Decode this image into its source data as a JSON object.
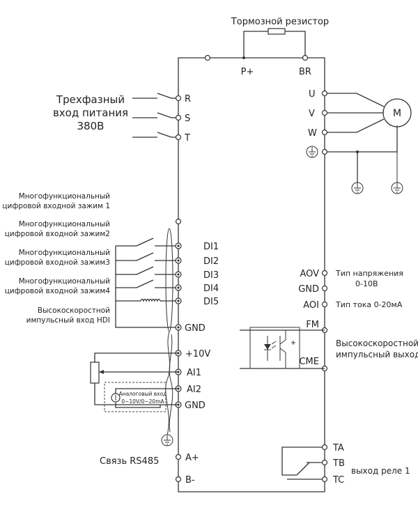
{
  "brake": {
    "title": "Тормозной резистор",
    "p_plus": "P+",
    "br": "BR"
  },
  "power": {
    "line1": "Трехфазный",
    "line2": "вход питания",
    "line3": "380В",
    "r": "R",
    "s": "S",
    "t": "T"
  },
  "motor": {
    "u": "U",
    "v": "V",
    "w": "W",
    "m": "M"
  },
  "inputs": {
    "di1_desc": [
      "Многофункциональный",
      "цифровой входной зажим 1"
    ],
    "di2_desc": [
      "Многофункциональный",
      "цифровой входной зажим2"
    ],
    "di3_desc": [
      "Многофункциональный",
      "цифровой входной зажим3"
    ],
    "di4_desc": [
      "Многофункциональный",
      "цифровой входной зажим4"
    ],
    "hdi_desc": [
      "Высокоскоростной",
      "импульсный вход HDI"
    ],
    "di1": "DI1",
    "di2": "DI2",
    "di3": "DI3",
    "di4": "DI4",
    "di5": "DI5",
    "gnd": "GND"
  },
  "analog": {
    "plus10v": "+10V",
    "ai1": "AI1",
    "ai2": "AI2",
    "gnd": "GND",
    "box_line1": "Аналоговый вход",
    "box_line2": "0~10V/0~20mA"
  },
  "outputs": {
    "aov": "AOV",
    "aov_desc1": "Тип напряжения",
    "aov_desc2": "0-10В",
    "gnd": "GND",
    "aoi": "AOI",
    "aoi_desc": "Тип тока 0-20мА",
    "fm": "FM",
    "cme": "CME",
    "fm_desc1": "Высокоскоростной",
    "fm_desc2": "импульсный выход"
  },
  "rs485": {
    "label": "Связь RS485",
    "a": "A+",
    "b": "B-"
  },
  "relay": {
    "ta": "TA",
    "tb": "TB",
    "tc": "TC",
    "label": "выход реле 1"
  }
}
